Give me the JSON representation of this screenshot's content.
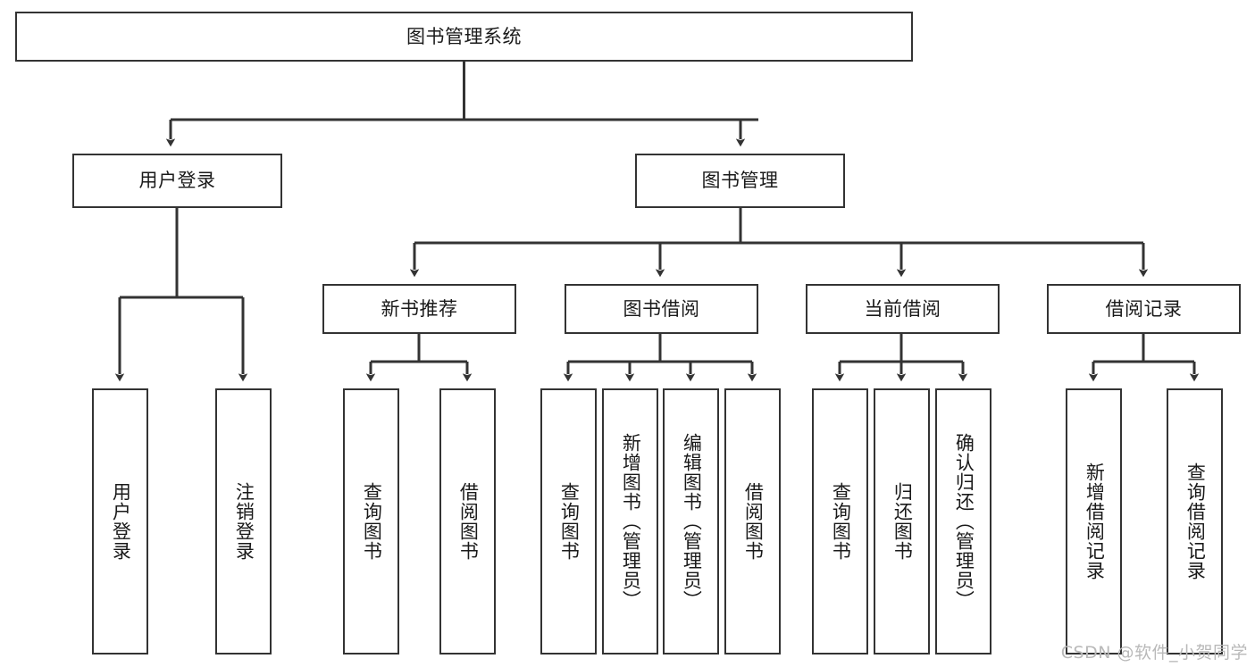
{
  "diagram": {
    "type": "tree-hierarchy",
    "title": "图书管理系统",
    "root": {
      "id": "root",
      "label": "图书管理系统"
    },
    "level2": [
      {
        "id": "user-login",
        "label": "用户登录"
      },
      {
        "id": "book-manage",
        "label": "图书管理"
      }
    ],
    "level3": [
      {
        "id": "new-book-recommend",
        "label": "新书推荐"
      },
      {
        "id": "book-borrow",
        "label": "图书借阅"
      },
      {
        "id": "current-borrow",
        "label": "当前借阅"
      },
      {
        "id": "borrow-record",
        "label": "借阅记录"
      }
    ],
    "leaves": {
      "user_login": [
        {
          "id": "leaf-user-login",
          "label": "用户登录"
        },
        {
          "id": "leaf-logout-login",
          "label": "注销登录"
        }
      ],
      "new_book_recommend": [
        {
          "id": "leaf-query-book-1",
          "label": "查询图书"
        },
        {
          "id": "leaf-borrow-book-1",
          "label": "借阅图书"
        }
      ],
      "book_borrow": [
        {
          "id": "leaf-query-book-2",
          "label": "查询图书"
        },
        {
          "id": "leaf-add-book",
          "label": "新增图书（管理员）"
        },
        {
          "id": "leaf-edit-book",
          "label": "编辑图书（管理员）"
        },
        {
          "id": "leaf-borrow-book-2",
          "label": "借阅图书"
        }
      ],
      "current_borrow": [
        {
          "id": "leaf-query-book-3",
          "label": "查询图书"
        },
        {
          "id": "leaf-return-book",
          "label": "归还图书"
        },
        {
          "id": "leaf-confirm-return",
          "label": "确认归还（管理员）"
        }
      ],
      "borrow_record": [
        {
          "id": "leaf-add-record",
          "label": "新增借阅记录"
        },
        {
          "id": "leaf-query-record",
          "label": "查询借阅记录"
        }
      ]
    }
  },
  "watermark": {
    "text": "CSDN @软件_小贺同学"
  },
  "colors": {
    "border": "#333333",
    "background": "#ffffff",
    "text": "#1a1a1a",
    "edge": "#333333",
    "watermark": "#b9b9b9"
  }
}
